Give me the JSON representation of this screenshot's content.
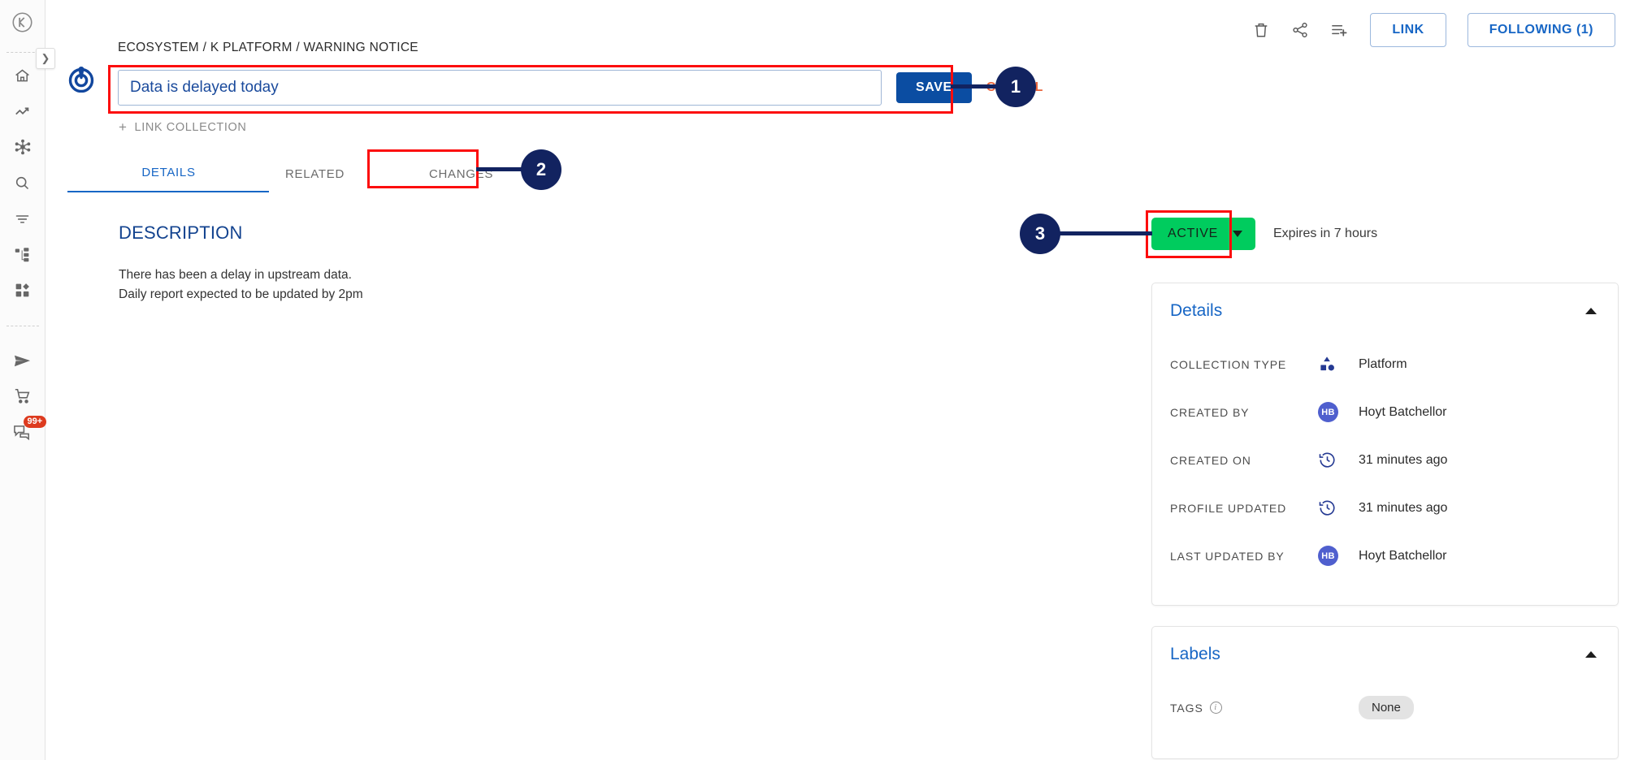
{
  "rail": {
    "logo_icon": "k-circle-logo",
    "expand_icon": "chevron-right-icon",
    "items": [
      {
        "name": "home-icon"
      },
      {
        "name": "trending-icon"
      },
      {
        "name": "network-hub-icon"
      },
      {
        "name": "search-icon"
      },
      {
        "name": "filter-icon"
      },
      {
        "name": "hierarchy-icon"
      },
      {
        "name": "dashboard-icon"
      }
    ],
    "bottom_items": [
      {
        "name": "send-icon"
      },
      {
        "name": "cart-icon"
      },
      {
        "name": "chat-icon",
        "badge": "99+"
      }
    ]
  },
  "header": {
    "entity_icon": "broadcast-alert-icon",
    "breadcrumb": "ECOSYSTEM / K PLATFORM / WARNING NOTICE",
    "title_value": "Data is delayed today",
    "title_placeholder": "Title",
    "save_label": "SAVE",
    "cancel_label": "CANCEL",
    "link_collection_label": "LINK COLLECTION",
    "link_collection_plus": "+"
  },
  "toolbar": {
    "icons": [
      {
        "name": "trash-icon"
      },
      {
        "name": "share-icon"
      },
      {
        "name": "add-to-list-icon"
      }
    ],
    "link_label": "LINK",
    "following_label": "FOLLOWING (1)"
  },
  "tabs": [
    {
      "label": "DETAILS",
      "active": true
    },
    {
      "label": "RELATED",
      "active": false
    },
    {
      "label": "CHANGES",
      "active": false
    }
  ],
  "description": {
    "heading": "DESCRIPTION",
    "line1": "There has been a delay in upstream data.",
    "line2": "Daily report expected to be updated by 2pm"
  },
  "status": {
    "label": "ACTIVE",
    "caret_icon": "caret-down-icon",
    "expires": "Expires in 7 hours",
    "color": "#00cc5e"
  },
  "details_panel": {
    "title": "Details",
    "collapse_icon": "caret-up-icon",
    "rows": [
      {
        "label": "COLLECTION TYPE",
        "icon": "shapes-icon",
        "value": "Platform"
      },
      {
        "label": "CREATED BY",
        "icon": "avatar",
        "initials": "HB",
        "value": "Hoyt Batchellor"
      },
      {
        "label": "CREATED ON",
        "icon": "history-clock-icon",
        "value": "31 minutes ago"
      },
      {
        "label": "PROFILE UPDATED",
        "icon": "history-clock-icon",
        "value": "31 minutes ago"
      },
      {
        "label": "LAST UPDATED BY",
        "icon": "avatar",
        "initials": "HB",
        "value": "Hoyt Batchellor"
      }
    ]
  },
  "labels_panel": {
    "title": "Labels",
    "collapse_icon": "caret-up-icon",
    "tags_label": "TAGS",
    "tags_info_icon": "info-icon",
    "tags_value": "None"
  },
  "annotations": [
    {
      "number": "1"
    },
    {
      "number": "2"
    },
    {
      "number": "3"
    }
  ],
  "colors": {
    "accent_blue": "#1766c5",
    "save_blue": "#0b4da2",
    "cancel_orange": "#e8643c",
    "status_green": "#00cc5e",
    "annotation_navy": "#122360",
    "annotation_red": "#fc0d0d",
    "badge_red": "#dd3b1f",
    "avatar_purple": "#4f5fce"
  }
}
